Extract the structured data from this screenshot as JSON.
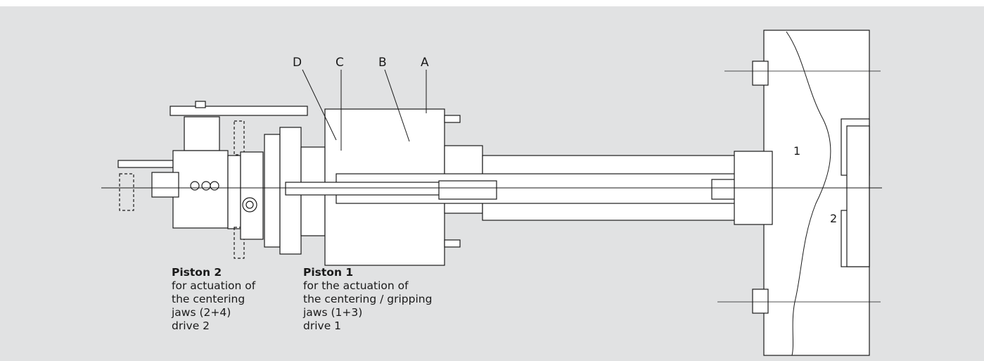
{
  "labels": {
    "a": "A",
    "b": "B",
    "c": "C",
    "d": "D",
    "n1": "1",
    "n2": "2"
  },
  "piston2": {
    "heading": "Piston 2",
    "lines": [
      "for actuation of",
      "the centering",
      "jaws (2+4)",
      "drive 2"
    ]
  },
  "piston1": {
    "heading": "Piston 1",
    "lines": [
      "for the actuation of",
      "the centering / gripping",
      "jaws (1+3)",
      "drive 1"
    ]
  },
  "colors": {
    "background": "#e1e2e3",
    "line": "#1a1a1a",
    "part_fill": "#ffffff"
  }
}
